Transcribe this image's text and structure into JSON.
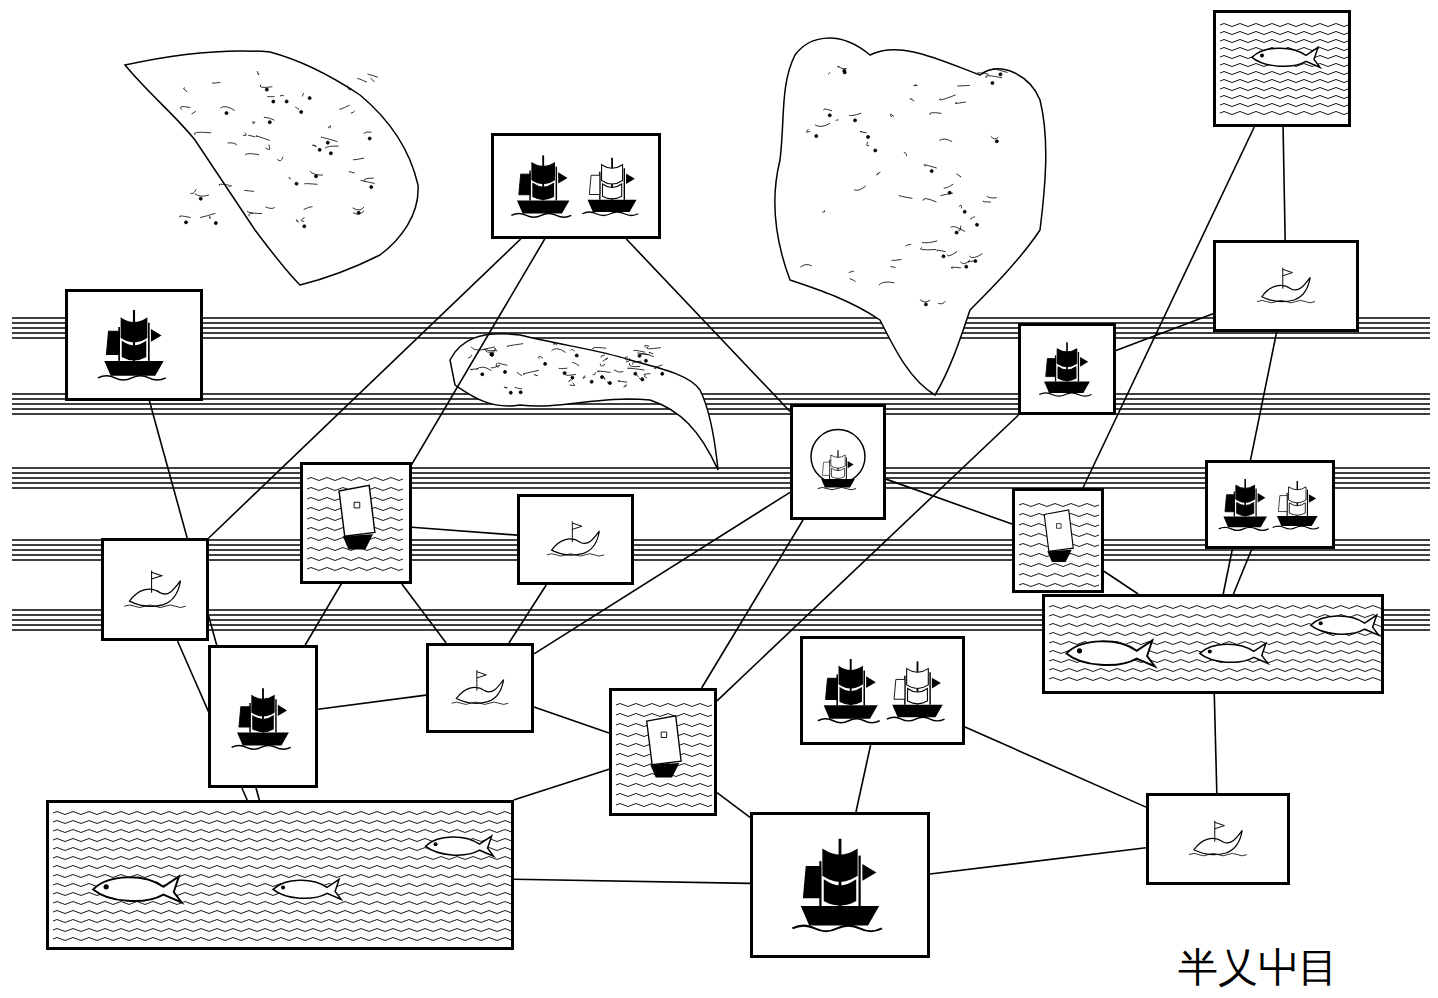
{
  "diagram": {
    "nodes": [
      {
        "text": []
      },
      {
        "text": []
      },
      {
        "text": []
      },
      {
        "text": []
      },
      {
        "text": []
      },
      {
        "text": []
      },
      {
        "text": []
      },
      {
        "text": []
      },
      {
        "text": []
      },
      {
        "text": []
      },
      {
        "text": []
      },
      {
        "text": []
      },
      {
        "text": []
      },
      {
        "text": []
      },
      {
        "text": []
      },
      {
        "text": []
      },
      {
        "text": []
      },
      {
        "text": []
      },
      {
        "text": []
      }
    ],
    "edges": [
      {
        "from": 0,
        "to": 8,
        "arrow": "none"
      },
      {
        "from": 0,
        "to": 11,
        "arrow": "none"
      },
      {
        "from": 0,
        "to": 2,
        "arrow": "none"
      },
      {
        "from": 1,
        "to": 16,
        "arrow": "none"
      },
      {
        "from": 6,
        "to": 7,
        "arrow": "none"
      },
      {
        "from": 6,
        "to": 12,
        "arrow": "none"
      },
      {
        "from": 7,
        "to": 12,
        "arrow": "none"
      },
      {
        "from": 8,
        "to": 16,
        "arrow": "none"
      },
      {
        "from": 11,
        "to": 12,
        "arrow": "none"
      },
      {
        "from": 12,
        "to": 14,
        "arrow": "none"
      },
      {
        "from": 2,
        "to": 14,
        "arrow": "none"
      },
      {
        "from": 2,
        "to": 9,
        "arrow": "none"
      },
      {
        "from": 2,
        "to": 12,
        "arrow": "none"
      },
      {
        "from": 3,
        "to": 14,
        "arrow": "none"
      },
      {
        "from": 3,
        "to": 5,
        "arrow": "none"
      },
      {
        "from": 4,
        "to": 9,
        "arrow": "none"
      },
      {
        "from": 4,
        "to": 5,
        "arrow": "none"
      },
      {
        "from": 5,
        "to": 13,
        "arrow": "none"
      },
      {
        "from": 10,
        "to": 13,
        "arrow": "none"
      },
      {
        "from": 9,
        "to": 13,
        "arrow": "none"
      },
      {
        "from": 13,
        "to": 18,
        "arrow": "none"
      },
      {
        "from": 15,
        "to": 17,
        "arrow": "none"
      },
      {
        "from": 15,
        "to": 18,
        "arrow": "none"
      },
      {
        "from": 14,
        "to": 17,
        "arrow": "none"
      },
      {
        "from": 16,
        "to": 17,
        "arrow": "none"
      },
      {
        "from": 17,
        "to": 18,
        "arrow": "none"
      },
      {
        "from": 14,
        "to": 16,
        "arrow": "none"
      }
    ],
    "labels": [
      "半乂屮目"
    ]
  }
}
